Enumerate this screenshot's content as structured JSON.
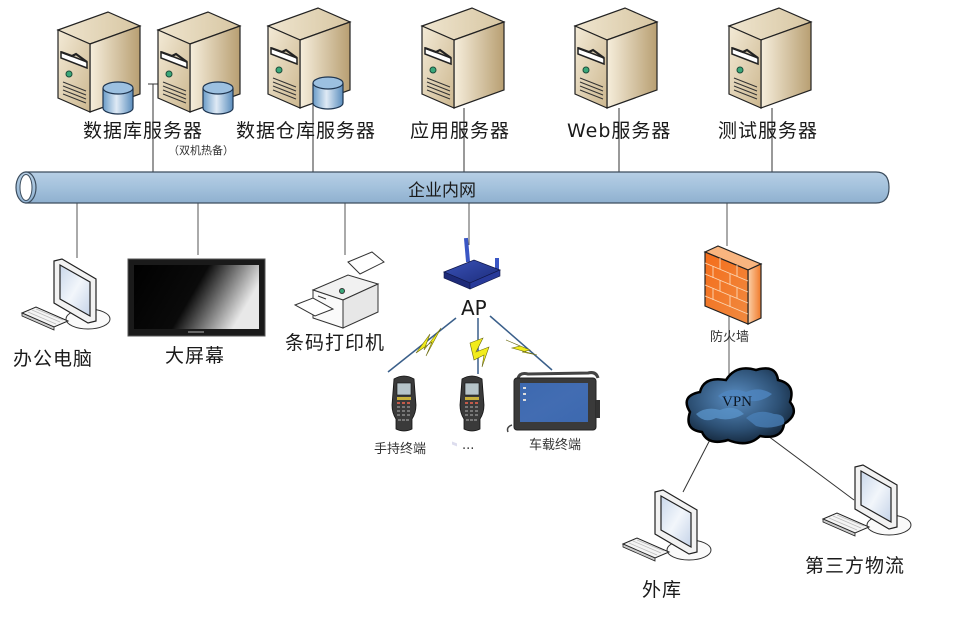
{
  "diagram": {
    "network": {
      "label": "企业内网",
      "color": "#a3c1dc"
    },
    "servers": [
      {
        "id": "db-server",
        "label": "数据库服务器",
        "sublabel": "（双机热备）"
      },
      {
        "id": "dw-server",
        "label": "数据仓库服务器"
      },
      {
        "id": "app-server",
        "label": "应用服务器"
      },
      {
        "id": "web-server",
        "label": "Web服务器"
      },
      {
        "id": "test-server",
        "label": "测试服务器"
      }
    ],
    "clients": [
      {
        "id": "office-pc",
        "label": "办公电脑"
      },
      {
        "id": "big-screen",
        "label": "大屏幕"
      },
      {
        "id": "barcode-printer",
        "label": "条码打印机"
      }
    ],
    "wireless": {
      "ap_label": "AP",
      "handheld_label": "手持终端",
      "ellipsis": "...",
      "vehicle_label": "车载终端"
    },
    "firewall": {
      "label": "防火墙",
      "color": "#f07a2a"
    },
    "vpn": {
      "label": "VPN"
    },
    "remote": [
      {
        "id": "external-warehouse",
        "label": "外库"
      },
      {
        "id": "third-party-logistics",
        "label": "第三方物流"
      }
    ]
  }
}
